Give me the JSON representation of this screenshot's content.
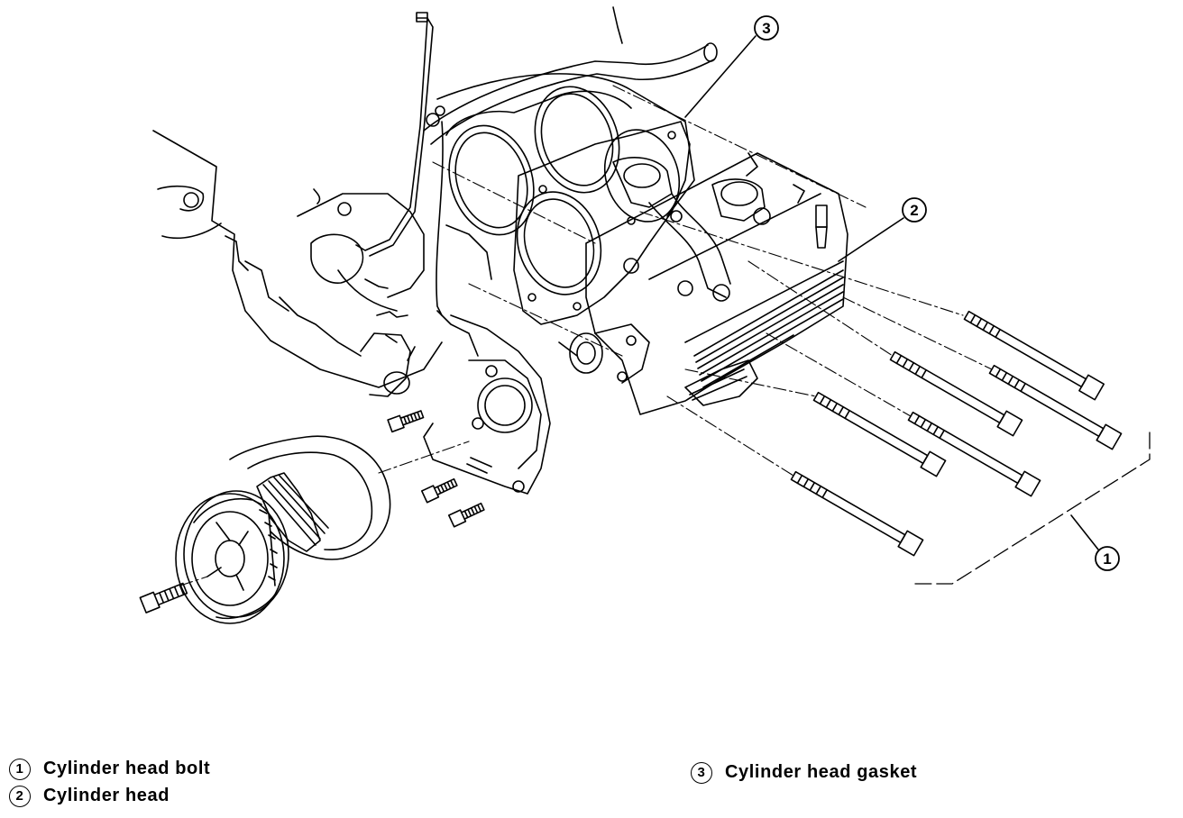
{
  "callouts": {
    "c1": "1",
    "c2": "2",
    "c3": "3"
  },
  "legend": {
    "item1": {
      "num": "1",
      "label": "Cylinder head bolt"
    },
    "item2": {
      "num": "2",
      "label": "Cylinder head"
    },
    "item3": {
      "num": "3",
      "label": "Cylinder head gasket"
    }
  }
}
